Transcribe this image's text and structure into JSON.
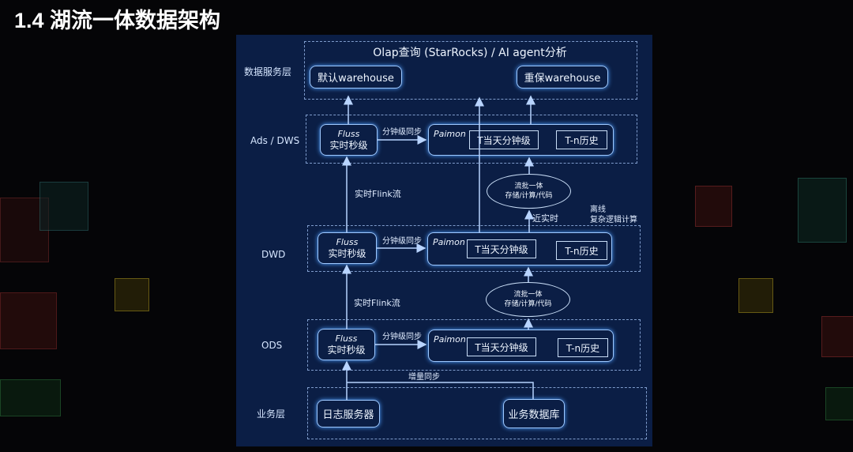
{
  "title": "1.4 湖流一体数据架构",
  "layers": {
    "service": "数据服务层",
    "ads": "Ads / DWS",
    "dwd": "DWD",
    "ods": "ODS",
    "biz": "业务层"
  },
  "service": {
    "title": "Olap查询 (StarRocks) / AI agent分析",
    "default_wh": "默认warehouse",
    "key_wh": "重保warehouse"
  },
  "fluss": {
    "name": "Fluss",
    "desc": "实时秒级"
  },
  "paimon": {
    "name": "Paimon",
    "today": "T当天分钟级",
    "history": "T-n历史"
  },
  "sync_label": "分钟级同步",
  "flink_label": "实时Flink流",
  "ellipse": {
    "line1": "流批一体",
    "line2": "存储/计算/代码"
  },
  "near_realtime": "近实时",
  "offline": {
    "line1": "离线",
    "line2": "复杂逻辑计算"
  },
  "incremental": "增量同步",
  "biz": {
    "log_server": "日志服务器",
    "business_db": "业务数据库"
  }
}
